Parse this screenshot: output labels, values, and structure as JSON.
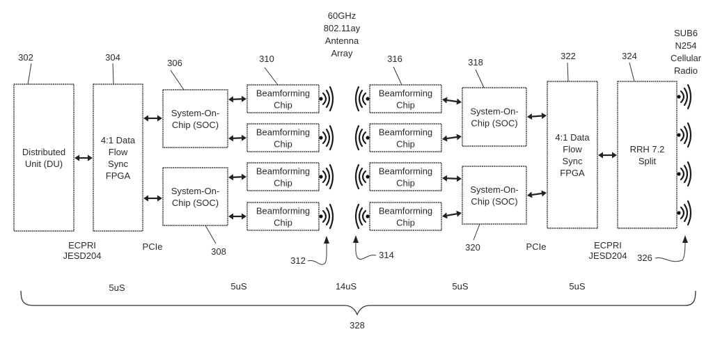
{
  "figure": {
    "blocks": [
      {
        "id": "du",
        "ref": "302",
        "lines": [
          "Distributed",
          "Unit (DU)"
        ]
      },
      {
        "id": "fpga-left",
        "ref": "304",
        "lines": [
          "4:1 Data",
          "Flow",
          "Sync",
          "FPGA"
        ]
      },
      {
        "id": "soc-left-top",
        "ref": "306",
        "lines": [
          "System-On-",
          "Chip (SOC)"
        ]
      },
      {
        "id": "soc-left-bottom",
        "ref": "308",
        "lines": [
          "System-On-",
          "Chip (SOC)"
        ]
      },
      {
        "id": "bf-left-1",
        "ref": "310",
        "lines": [
          "Beamforming",
          "Chip"
        ]
      },
      {
        "id": "bf-left-2",
        "ref": "",
        "lines": [
          "Beamforming",
          "Chip"
        ]
      },
      {
        "id": "bf-left-3",
        "ref": "",
        "lines": [
          "Beamforming",
          "Chip"
        ]
      },
      {
        "id": "bf-left-4",
        "ref": "",
        "lines": [
          "Beamforming",
          "Chip"
        ]
      },
      {
        "id": "bf-right-1",
        "ref": "316",
        "lines": [
          "Beamforming",
          "Chip"
        ]
      },
      {
        "id": "bf-right-2",
        "ref": "",
        "lines": [
          "Beamforming",
          "Chip"
        ]
      },
      {
        "id": "bf-right-3",
        "ref": "",
        "lines": [
          "Beamforming",
          "Chip"
        ]
      },
      {
        "id": "bf-right-4",
        "ref": "",
        "lines": [
          "Beamforming",
          "Chip"
        ]
      },
      {
        "id": "soc-right-top",
        "ref": "318",
        "lines": [
          "System-On-",
          "Chip (SOC)"
        ]
      },
      {
        "id": "soc-right-bottom",
        "ref": "320",
        "lines": [
          "System-On-",
          "Chip (SOC)"
        ]
      },
      {
        "id": "fpga-right",
        "ref": "322",
        "lines": [
          "4:1 Data",
          "Flow",
          "Sync",
          "FPGA"
        ]
      },
      {
        "id": "rrh",
        "ref": "324",
        "lines": [
          "RRH 7.2",
          "Split"
        ]
      }
    ],
    "interface_labels": {
      "left_ecpri": [
        "ECPRI",
        "JESD204"
      ],
      "left_pcie": "PCIe",
      "right_pcie": "PCIe",
      "right_ecpri": [
        "ECPRI",
        "JESD204"
      ]
    },
    "antenna_labels": {
      "mmwave": [
        "60GHz",
        "802.11ay",
        "Antenna",
        "Array"
      ],
      "cellular": [
        "SUB6",
        "N254",
        "Cellular",
        "Radio"
      ]
    },
    "antenna_refs": {
      "left_array": "312",
      "right_array": "314",
      "cellular": "326"
    },
    "latencies": [
      "5uS",
      "5uS",
      "14uS",
      "5uS",
      "5uS"
    ],
    "total_ref": "328"
  }
}
